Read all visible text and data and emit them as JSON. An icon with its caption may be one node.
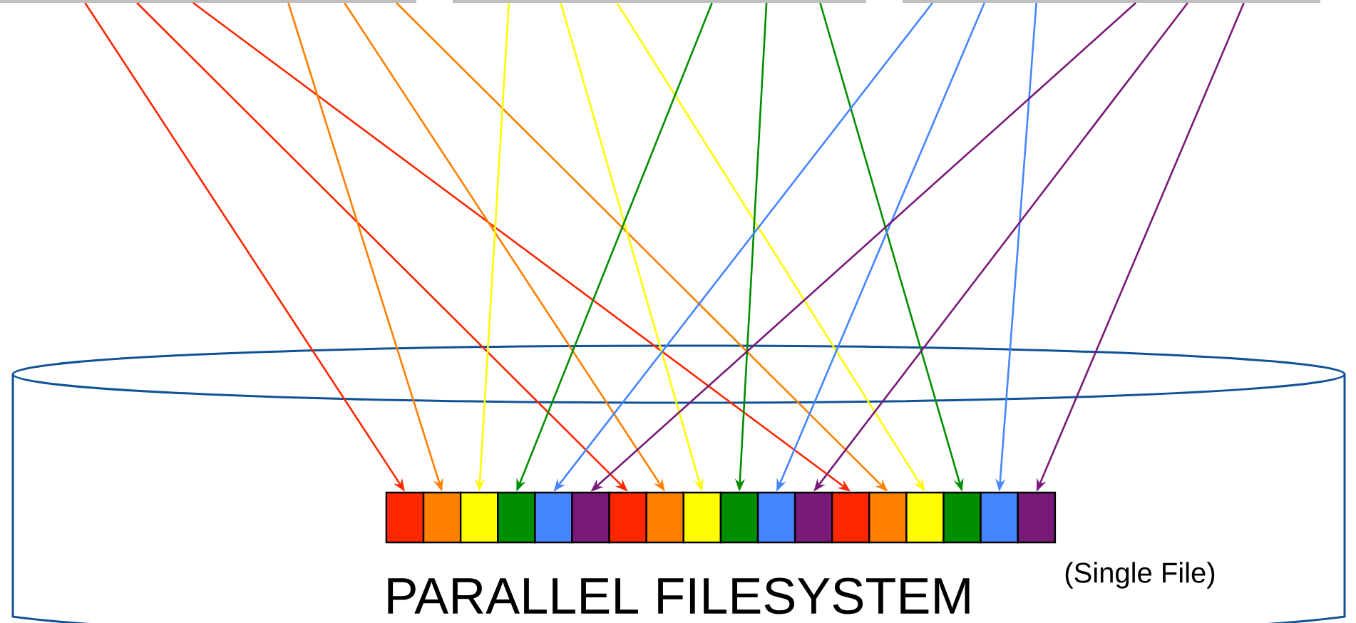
{
  "diagram": {
    "nodes": [
      {
        "text": [
          "PARALLEL FILESYSTEM",
          "(Single File)"
        ]
      },
      {
        "text": [],
        "shape": "box"
      },
      {
        "text": [],
        "shape": "box"
      },
      {
        "text": [],
        "shape": "box"
      },
      {
        "text": [],
        "shape": "box",
        "in": 0
      },
      {
        "text": [],
        "shape": "box",
        "in": 0
      },
      {
        "text": [],
        "shape": "box",
        "in": 0
      },
      {
        "text": [],
        "shape": "box",
        "in": 0
      },
      {
        "text": [],
        "shape": "box",
        "in": 0
      },
      {
        "text": [],
        "shape": "box",
        "in": 0
      },
      {
        "text": [],
        "shape": "box",
        "in": 0
      },
      {
        "text": [],
        "shape": "box",
        "in": 0
      },
      {
        "text": [],
        "shape": "box",
        "in": 0
      },
      {
        "text": [],
        "shape": "box",
        "in": 0
      },
      {
        "text": [],
        "shape": "box",
        "in": 0
      },
      {
        "text": [],
        "shape": "box",
        "in": 0
      },
      {
        "text": [],
        "shape": "box",
        "in": 0
      },
      {
        "text": [],
        "shape": "box",
        "in": 0
      },
      {
        "text": [],
        "shape": "box",
        "in": 0
      },
      {
        "text": [],
        "shape": "box",
        "in": 0
      },
      {
        "text": [],
        "shape": "box",
        "in": 0
      },
      {
        "text": [],
        "shape": "box",
        "in": 0
      }
    ],
    "edges": [
      {
        "from": 1,
        "to": 4,
        "arrow": "to",
        "color": "#ff2600"
      },
      {
        "from": 1,
        "to": 10,
        "arrow": "to",
        "color": "#ff2600"
      },
      {
        "from": 1,
        "to": 16,
        "arrow": "to",
        "color": "#ff2600"
      },
      {
        "from": 1,
        "to": 5,
        "arrow": "to",
        "color": "#ff7f00"
      },
      {
        "from": 1,
        "to": 11,
        "arrow": "to",
        "color": "#ff7f00"
      },
      {
        "from": 1,
        "to": 17,
        "arrow": "to",
        "color": "#ff7f00"
      },
      {
        "from": 2,
        "to": 6,
        "arrow": "to",
        "color": "#fffb00"
      },
      {
        "from": 2,
        "to": 12,
        "arrow": "to",
        "color": "#fffb00"
      },
      {
        "from": 2,
        "to": 18,
        "arrow": "to",
        "color": "#fffb00"
      },
      {
        "from": 2,
        "to": 7,
        "arrow": "to",
        "color": "#008f00"
      },
      {
        "from": 2,
        "to": 13,
        "arrow": "to",
        "color": "#008f00"
      },
      {
        "from": 2,
        "to": 19,
        "arrow": "to",
        "color": "#008f00"
      },
      {
        "from": 3,
        "to": 8,
        "arrow": "to",
        "color": "#4585ff"
      },
      {
        "from": 3,
        "to": 14,
        "arrow": "to",
        "color": "#4585ff"
      },
      {
        "from": 3,
        "to": 20,
        "arrow": "to",
        "color": "#4585ff"
      },
      {
        "from": 3,
        "to": 9,
        "arrow": "to",
        "color": "#791a78"
      },
      {
        "from": 3,
        "to": 15,
        "arrow": "to",
        "color": "#791a78"
      },
      {
        "from": 3,
        "to": 21,
        "arrow": "to",
        "color": "#791a78"
      }
    ]
  }
}
